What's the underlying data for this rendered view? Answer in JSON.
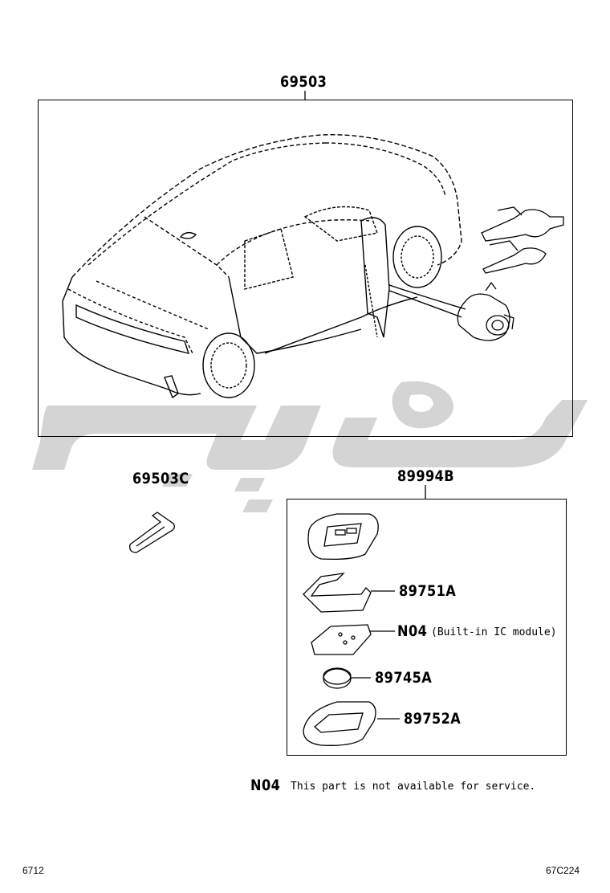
{
  "callouts": {
    "main_assembly": "69503",
    "blank_key": "69503C",
    "key_kit": "89994B",
    "gasket": "89751A",
    "ic_part": "N04",
    "ic_note": "(Built-in IC module)",
    "battery": "89745A",
    "case": "89752A"
  },
  "note": {
    "code": "N04",
    "text": "This part is not available for service."
  },
  "footer": {
    "left": "6712",
    "right": "67C224"
  },
  "watermark_color": "#d4d4d4"
}
